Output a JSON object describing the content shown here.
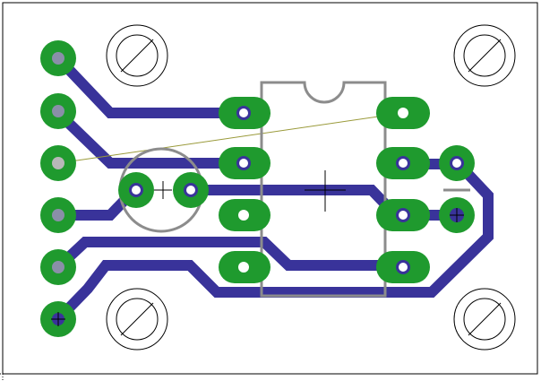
{
  "canvas": {
    "view": "pcb-layout",
    "background_color": "#ffffff"
  },
  "colors": {
    "outline": "#000000",
    "trace": "#39339a",
    "pad": "#1f9a2e",
    "pad_hole": "#f2f2f2",
    "silkscreen": "#8c8c8c",
    "ratsnest": "#9a9a3a",
    "mount_hole": "#000000",
    "crosshair": "#000000"
  },
  "components": [
    {
      "name": "header-6-pin",
      "kind": "connector",
      "pins": 6
    },
    {
      "name": "dip-8-ic",
      "kind": "integrated-circuit",
      "pins": 8
    },
    {
      "name": "radial-capacitor",
      "kind": "capacitor",
      "pins": 2
    },
    {
      "name": "two-pin-part",
      "kind": "component",
      "pins": 2
    }
  ],
  "mounting_holes": 4,
  "status": {
    "text": ""
  }
}
